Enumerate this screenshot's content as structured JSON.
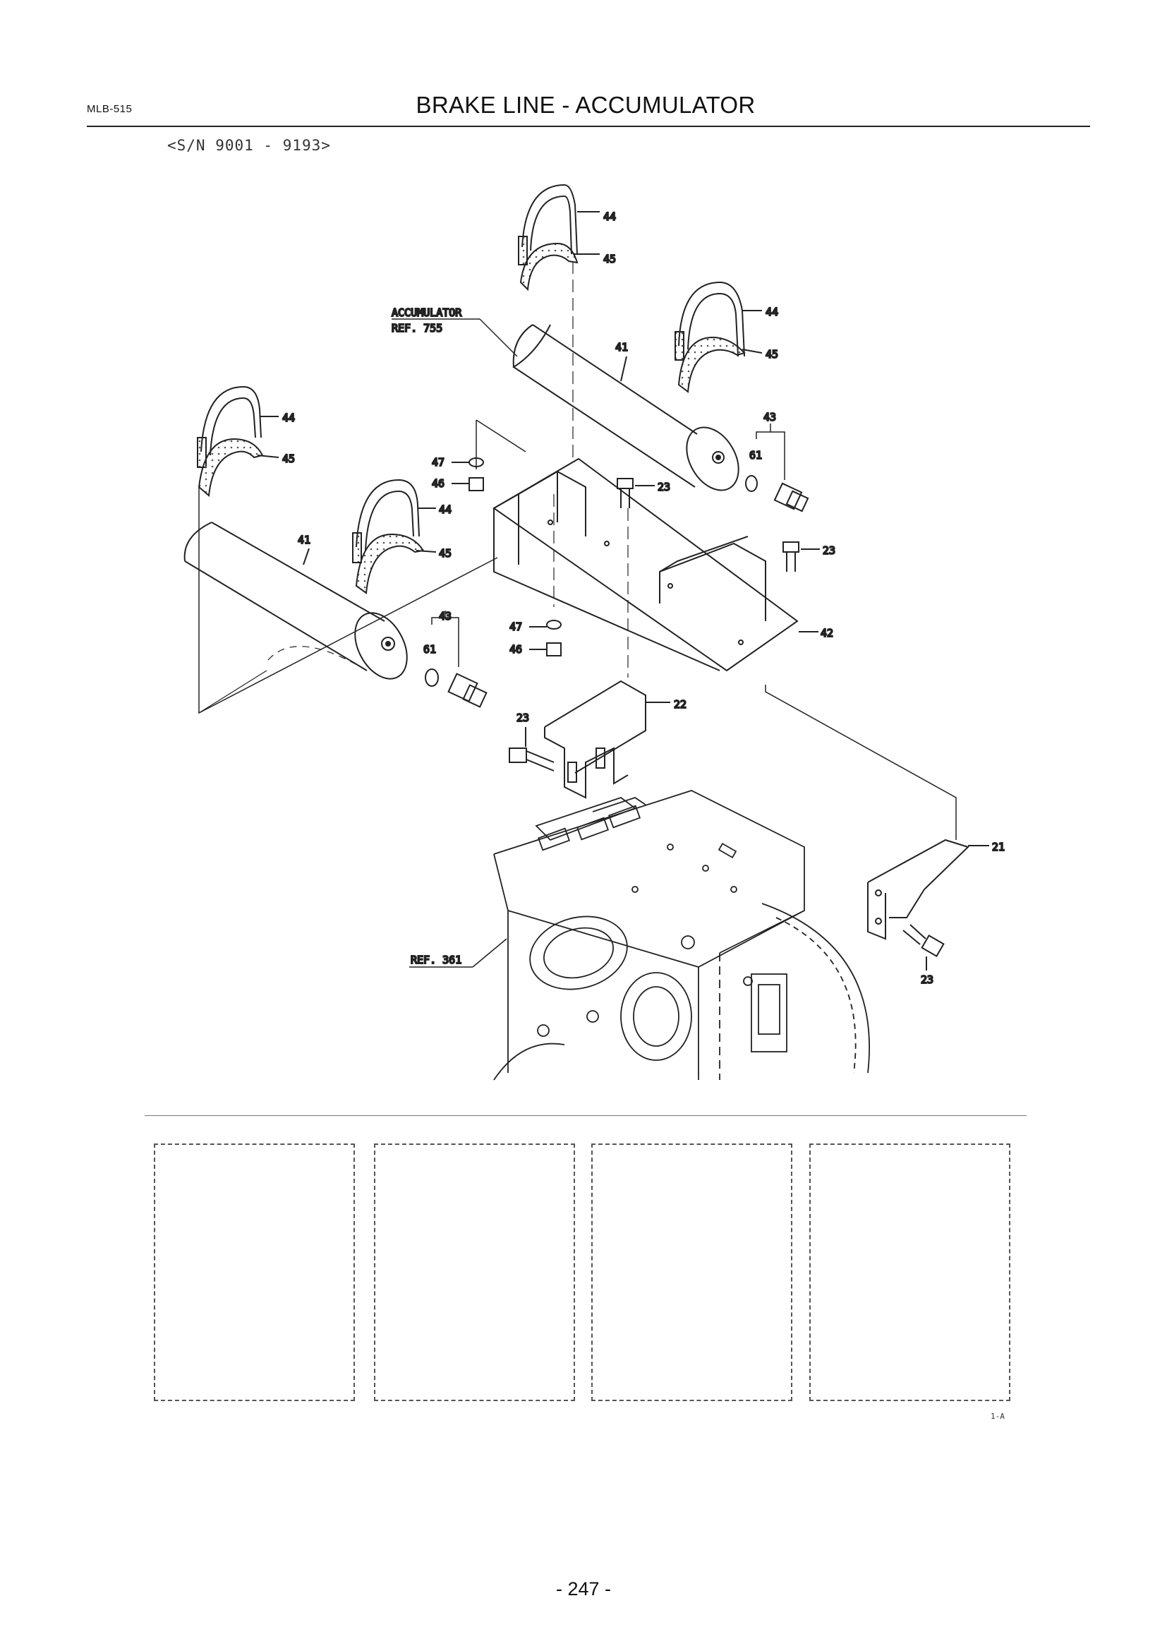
{
  "header": {
    "doc_code": "MLB-515",
    "title": "BRAKE LINE - ACCUMULATOR"
  },
  "serial_range": "<S/N 9001 - 9193>",
  "diagram": {
    "labels": {
      "accumulator": "ACCUMULATOR",
      "ref_755": "REF. 755",
      "ref_361": "REF. 361",
      "p21": "21",
      "p22": "22",
      "p23": "23",
      "p41": "41",
      "p42": "42",
      "p43": "43",
      "p44": "44",
      "p45": "45",
      "p46": "46",
      "p47": "47",
      "p61": "61"
    }
  },
  "parts_table": {
    "columns": 4
  },
  "sheet_ref": "1-A",
  "page_number": "- 247 -",
  "colors": {
    "ink": "#222222",
    "paper": "#ffffff"
  }
}
